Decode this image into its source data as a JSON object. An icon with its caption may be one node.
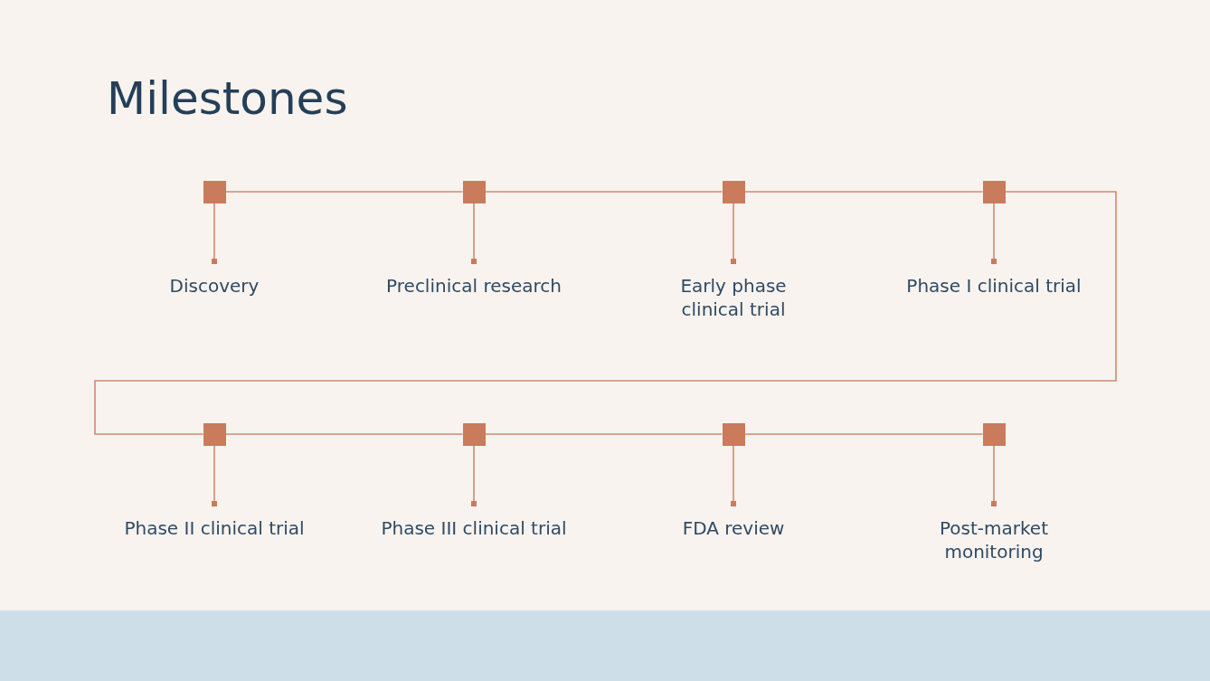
{
  "diagram": {
    "title": "Milestones",
    "nodes": [
      {
        "text": [],
        "shape": "box"
      },
      {
        "text": [
          "Discovery"
        ]
      },
      {
        "text": [],
        "shape": "box"
      },
      {
        "text": [
          "Preclinical research"
        ]
      },
      {
        "text": [],
        "shape": "box"
      },
      {
        "text": [
          "Early phase clinical trial"
        ]
      },
      {
        "text": [],
        "shape": "box"
      },
      {
        "text": [
          "Phase I clinical trial"
        ]
      },
      {
        "text": [],
        "shape": "box"
      },
      {
        "text": [
          "Phase II clinical trial"
        ]
      },
      {
        "text": [],
        "shape": "box"
      },
      {
        "text": [
          "Phase III clinical trial"
        ]
      },
      {
        "text": [],
        "shape": "box"
      },
      {
        "text": [
          "FDA review"
        ]
      },
      {
        "text": [],
        "shape": "box"
      },
      {
        "text": [
          "Post-market monitoring"
        ]
      }
    ],
    "edges": [
      {
        "from": 0,
        "to": 1,
        "arrow": "other"
      },
      {
        "from": 2,
        "to": 3,
        "arrow": "other"
      },
      {
        "from": 4,
        "to": 5,
        "arrow": "other"
      },
      {
        "from": 6,
        "to": 7,
        "arrow": "other"
      },
      {
        "from": 8,
        "to": 9,
        "arrow": "other"
      },
      {
        "from": 10,
        "to": 11,
        "arrow": "other"
      },
      {
        "from": 12,
        "to": 13,
        "arrow": "other"
      },
      {
        "from": 14,
        "to": 15,
        "arrow": "other"
      },
      {
        "from": 0,
        "to": 2,
        "arrow": "none"
      },
      {
        "from": 2,
        "to": 4,
        "arrow": "none"
      },
      {
        "from": 4,
        "to": 6,
        "arrow": "none"
      },
      {
        "from": 6,
        "to": 8,
        "arrow": "none"
      },
      {
        "from": 8,
        "to": 10,
        "arrow": "none"
      },
      {
        "from": 10,
        "to": 12,
        "arrow": "none"
      },
      {
        "from": 12,
        "to": 14,
        "arrow": "none"
      }
    ]
  }
}
